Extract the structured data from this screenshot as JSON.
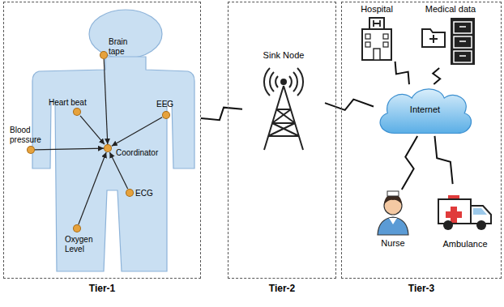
{
  "diagram": {
    "nodes": [
      {
        "text": [
          "Tier-1"
        ]
      },
      {
        "text": [
          "Brain tape"
        ],
        "in": 0
      },
      {
        "text": [
          "Heart beat"
        ],
        "in": 0
      },
      {
        "text": [
          "EEG"
        ],
        "in": 0
      },
      {
        "text": [
          "Blood pressure"
        ],
        "in": 0
      },
      {
        "text": [
          "Coordinator"
        ],
        "in": 0
      },
      {
        "text": [
          "ECG"
        ],
        "in": 0
      },
      {
        "text": [
          "Oxygen Level"
        ],
        "in": 0
      },
      {
        "text": [
          "Tier-2"
        ]
      },
      {
        "text": [
          "Sink Node"
        ],
        "in": 8
      },
      {
        "text": [
          "Tier-3"
        ]
      },
      {
        "text": [
          "Hospital"
        ],
        "in": 10
      },
      {
        "text": [
          "Medical data"
        ],
        "in": 10
      },
      {
        "text": [
          "Internet"
        ],
        "in": 10
      },
      {
        "text": [
          "Nurse"
        ],
        "in": 10
      },
      {
        "text": [
          "Ambulance"
        ],
        "in": 10
      }
    ],
    "edges": [
      {
        "from": 1,
        "to": 5,
        "arrow": "to"
      },
      {
        "from": 2,
        "to": 5,
        "arrow": "to"
      },
      {
        "from": 3,
        "to": 5,
        "arrow": "to"
      },
      {
        "from": 4,
        "to": 5,
        "arrow": "to"
      },
      {
        "from": 6,
        "to": 5,
        "arrow": "to"
      },
      {
        "from": 7,
        "to": 5,
        "arrow": "to"
      },
      {
        "from": 0,
        "to": 9,
        "arrow": "none"
      },
      {
        "from": 9,
        "to": 13,
        "arrow": "none"
      },
      {
        "from": 13,
        "to": 11,
        "arrow": "none"
      },
      {
        "from": 13,
        "to": 12,
        "arrow": "none"
      },
      {
        "from": 13,
        "to": 14,
        "arrow": "none"
      },
      {
        "from": 13,
        "to": 15,
        "arrow": "none"
      }
    ]
  }
}
